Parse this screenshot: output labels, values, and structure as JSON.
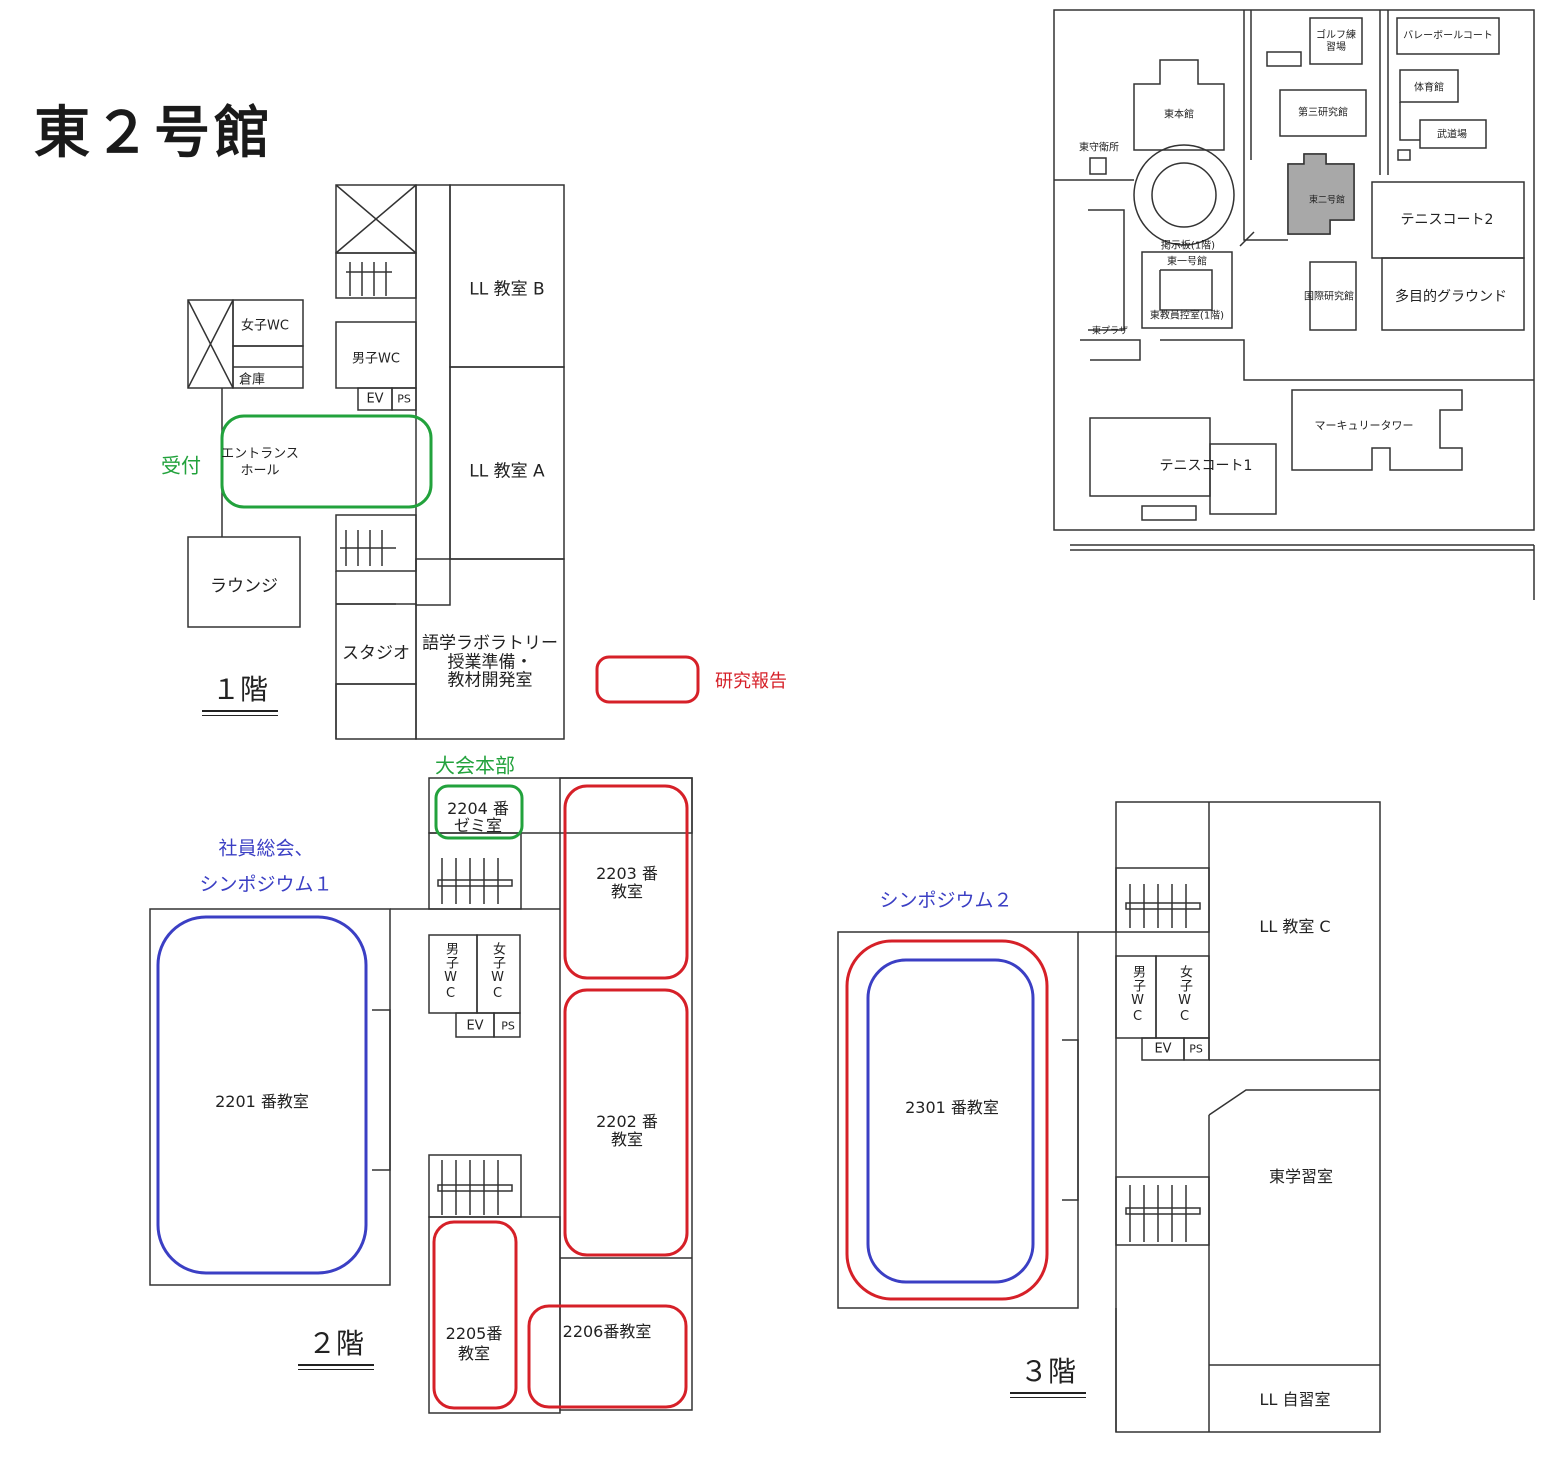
{
  "title": "東２号館",
  "floors": {
    "f1": "１階",
    "f2": "２階",
    "f3": "３階"
  },
  "legend": {
    "research_report": "研究報告"
  },
  "annotations": {
    "reception": "受付",
    "hq": "大会本部",
    "agm_line1": "社員総会、",
    "agm_line2": "シンポジウム１",
    "symposium2": "シンポジウム２"
  },
  "floor1_rooms": {
    "ll_b": "LL 教室 B",
    "ll_a": "LL 教室 A",
    "womens_wc": "女子WC",
    "mens_wc": "男子WC",
    "storage": "倉庫",
    "ev": "EV",
    "ps": "PS",
    "entrance_line1": "エントランス",
    "entrance_line2": "ホール",
    "lounge": "ラウンジ",
    "studio": "スタジオ",
    "lab_line1": "語学ラボラトリー",
    "lab_line2": "授業準備・",
    "lab_line3": "教材開発室"
  },
  "floor2_rooms": {
    "r2201": "2201 番教室",
    "r2202_line1": "2202 番",
    "r2202_line2": "教室",
    "r2203_line1": "2203 番",
    "r2203_line2": "教室",
    "r2204_line1": "2204 番",
    "r2204_line2": "ゼミ室",
    "r2205_line1": "2205番",
    "r2205_line2": "教室",
    "r2206": "2206番教室",
    "mens_wc": "男子WC",
    "womens_wc": "女子WC",
    "ev": "EV",
    "ps": "PS"
  },
  "floor3_rooms": {
    "r2301": "2301 番教室",
    "ll_c": "LL 教室 C",
    "east_study": "東学習室",
    "ll_self": "LL 自習室",
    "mens_wc": "男子WC",
    "womens_wc": "女子WC",
    "ev": "EV",
    "ps": "PS"
  },
  "campus_map": {
    "golf": "ゴルフ練習場",
    "volleyball": "バレーボールコート",
    "gym": "体育館",
    "budojo": "武道場",
    "higashi_honkan": "東本館",
    "daisan_kenkyukan": "第三研究館",
    "higashi_nigokan": "東二号館",
    "guard": "東守衛所",
    "tennis2": "テニスコート2",
    "bulletin": "掲示板(1階)",
    "higashi_ichigokan": "東一号館",
    "faculty_lounge": "東教員控室(1階)",
    "kokusai": "国際研究館",
    "tamokuteki": "多目的グラウンド",
    "plaza": "東プラザ",
    "mercury": "マーキュリータワー",
    "tennis1": "テニスコート1"
  },
  "colors": {
    "red": "#d62028",
    "green": "#22a23c",
    "blue": "#3b3fc4",
    "line": "#333333",
    "highlight_building": "#a8a8a8"
  }
}
